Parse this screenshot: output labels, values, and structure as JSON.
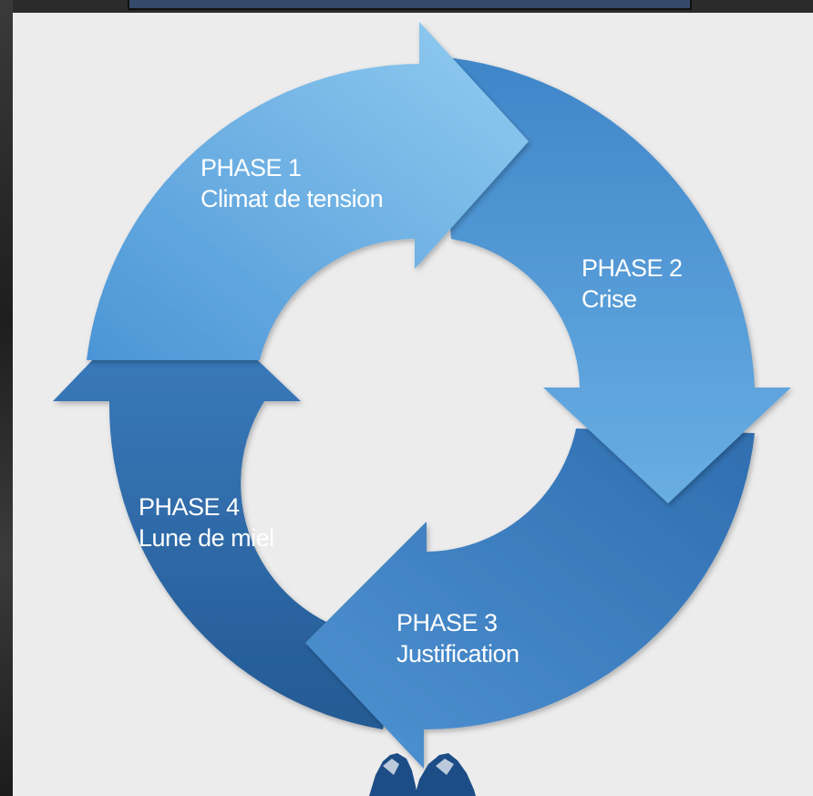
{
  "diagram": {
    "phases": [
      {
        "number": "PHASE 1",
        "label": "Climat de tension",
        "color": "#6fb3e4"
      },
      {
        "number": "PHASE 2",
        "label": "Crise",
        "color": "#4a8fcf"
      },
      {
        "number": "PHASE 3",
        "label": "Justification",
        "color": "#3b7cbd"
      },
      {
        "number": "PHASE 4",
        "label": "Lune de miel",
        "color": "#2f6aa6"
      }
    ],
    "colors": {
      "background": "#ececed",
      "ring_light": "#8ccaf0",
      "ring_dark": "#245a94",
      "text": "#ffffff",
      "logo": "#1d4d86"
    },
    "logo_icon": "horse-heads-logo"
  }
}
